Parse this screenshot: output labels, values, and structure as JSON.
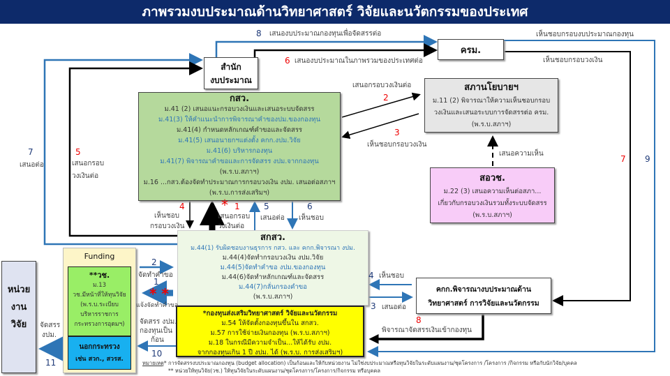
{
  "title": "ภาพรวมงบประมาณด้านวิทยาศาสตร์ วิจัยและนวัตกรรมของประเทศ",
  "boxes": {
    "budget_bureau": {
      "lines": [
        "สำนัก",
        "งบประมาณ"
      ]
    },
    "cabinet": {
      "title": "ครม."
    },
    "kasaw": {
      "title": "กสว.",
      "lines": [
        "ม.41 (2) เสนอแนะกรอบวงเงินและเสนอระบบจัดสรร",
        "ม.41(3) ให้คำแนะนำการพิจารณาคำของปม.ของกองทุน",
        "ม.41(4) กำหนดหลักเกณฑ์คำขอและจัดสรร",
        "ม.41(5) เสนอนายกฯแต่งตั้ง คกก.งปม.วิจัย",
        "ม.41(6) บริหารกองทุน",
        "ม.41(7) พิจารณาคำขอและการจัดสรร งปม.จากกองทุน",
        "(พ.ร.บ.สภาฯ)",
        "ม.16 ...กสว.ต้องจัดทำประมาณการกรอบวงเงิน งปม. เสนอต่อสภาฯ",
        "(พ.ร.บ.การส่งเสริมฯ)"
      ]
    },
    "policy_council": {
      "title": "สภานโยบายฯ",
      "lines": [
        "ม.11 (2) พิจารณาให้ความเห็นชอบกรอบ",
        "วงเงินและเสนอระบบการจัดสรรต่อ ครม.",
        "(พ.ร.บ.สภาฯ)"
      ]
    },
    "nxpo": {
      "title": "สอวช.",
      "lines": [
        "ม.22 (3) เสนอความเห็นต่อสภา...",
        "เกี่ยวกับกรอบวงเงินรวมทั้งระบบจัดสรร",
        "(พ.ร.บ.สภาฯ)"
      ]
    },
    "tsri": {
      "title": "สกสว.",
      "lines": [
        "ม.44(1) รับผิดชอบงานธุรการ กสว. และ คกก.พิจารณา งปม.",
        "ม.44(4)จัดทำกรอบวงเงิน งปม.วิจัย",
        "ม.44(5)จัดทำคำขอ งปม.ของกองทุน",
        "ม.44(6)จัดทำหลักเกณฑ์และจัดสรร",
        "ม.44(7)กลั่นกรองคำขอ",
        "(พ.ร.บ.สภาฯ)"
      ]
    },
    "fund": {
      "title": "*กองทุนส่งเสริมวิทยาศาสตร์ วิจัยและนวัตกรรม",
      "lines": [
        "ม.54 ให้จัดตั้งกองทุนขึ้นใน สกสว.",
        "ม.57 การใช้จ่ายเงินกองทุน (พ.ร.บ.สภาฯ)",
        "ม.18 ในกรณีมีความจำเป็น...ให้ได้รับ งปม.",
        "จากกองทุนเกิน 1 ปี งปม. ได้ (พ.ร.บ. การส่งเสริมฯ)"
      ]
    },
    "committee": {
      "lines": [
        "คกก.พิจารณางบประมาณด้าน",
        "วิทยาศาสตร์ การวิจัยและนวัตกรรม"
      ]
    },
    "funding": {
      "title": "Funding",
      "pmu_title": "**วช.",
      "pmu_lines": [
        "ม.13",
        "วช.มีหน้าที่ให้ทุนวิจัย",
        "(พ.ร.บ.ระเบียบ",
        "บริหารราชการ",
        "กระทรวงการอุดมฯ)"
      ],
      "outside_lines": [
        "นอกกระทรวง",
        "เช่น สวก., สวรส."
      ]
    },
    "research_unit": {
      "lines": [
        "หน่วย",
        "งาน",
        "วิจัย"
      ]
    }
  },
  "labels": {
    "n8_top": "8",
    "l8_top": "เสนองบประมาณกองทุนเพื่อจัดสรรต่อ",
    "n6_top": "6",
    "l6_top": "เสนองบประมาณในภาพรวมของประเทศต่อ",
    "approve_fund": "เห็นชอบกรอบงบประมาณกองทุน",
    "approve_frame": "เห็นชอบกรอบวงเงิน",
    "l2_policy": "เสนอกรอบวงเงินต่อ",
    "n2_policy": "2",
    "n3_policy": "3",
    "l3_policy": "เห็นชอบกรอบวงเงิน",
    "opinion": "เสนอความเห็น",
    "n7_left": "7",
    "l7_left": "เสนอต่อ",
    "n5_left": "5",
    "l5_left": [
      "เสนอกรอบ",
      "วงเงินต่อ"
    ],
    "n4_mid": "4",
    "l4_mid": [
      "เห็นชอบ",
      "กรอบวงเงิน"
    ],
    "star1": "*",
    "n1_mid": "1",
    "l1_mid": [
      "เสนอกรอบ",
      "วงเงินต่อ"
    ],
    "n5_mid": "5",
    "l5_mid": "เสนอต่อ",
    "n6_mid": "6",
    "l6_mid": "เห็นชอบ",
    "n7_right": "7",
    "n9_right": "9",
    "n4_right": "4",
    "l4_right": "เห็นชอบ",
    "n3_right": "3",
    "l3_right": "เสนอต่อ",
    "n8_bottom": "8",
    "l8_bottom": "พิจารณาจัดสรรเงินเข้ากองทุน",
    "n2_fund": "2",
    "l2_fund": "จัดทำคำขอ",
    "n1_fund": "1",
    "stars_fund": "* *",
    "l1_fund": "แจ้งจัดทำคำขอ",
    "l10_fund": [
      "จัดสรร งปม.",
      "กองทุนเป็น",
      "ก้อน"
    ],
    "n10_fund": "10",
    "l11": [
      "จัดสรร",
      "งปม."
    ],
    "n11": "11"
  },
  "notes": {
    "label": "หมายเหตุ",
    "line1": "* การจัดสรรงบประมาณกองทุน (budget allocation) เป็นก้อนและให้กับหน่วยงาน ไม่ใช่งบประมาณหรือทุนวิจัยในระดับแผนงาน/ชุดโครงการ /โครงการ /กิจกรรม หรือกับนักวิจัย/บุคคล",
    "line2": "** หน่วยให้ทุนวิจัย(วช.) ให้ทุนวิจัยในระดับแผนงาน/ชุดโครงการ/โครงการ/กิจกรรม หรือบุคคล"
  },
  "colors": {
    "title_bg": "#0d2a6a",
    "flow_blue": "#2e75b6",
    "kasaw_green": "#b5d99c",
    "tsri_green": "#eef7e6",
    "fund_yellow": "#ffff00",
    "policy_gray": "#e6e6e6",
    "nxpo_pink": "#f8ccf8",
    "pmu_green": "#99ee66",
    "outside_blue": "#18b0f0",
    "funding_cream": "#fdf5c8",
    "unit_lavender": "#dfe3f1"
  }
}
